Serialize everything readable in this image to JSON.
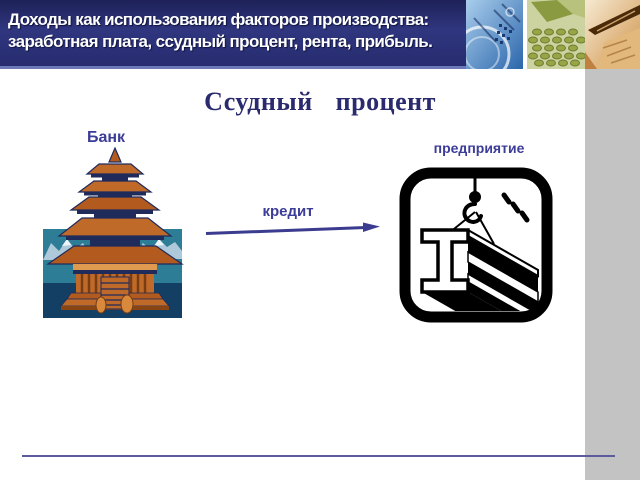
{
  "header": {
    "line1": "Доходы как использования факторов производства:",
    "line2": "заработная плата, ссудный процент, рента, прибыль.",
    "decor_images": [
      "circuit-board-photo",
      "coins-photo",
      "hand-with-pen-photo"
    ]
  },
  "slide": {
    "title": "Ссудный процент",
    "bank": {
      "label": "Банк",
      "image": "pagoda-temple-clipart"
    },
    "enterprise": {
      "label": "предприятие",
      "icon": "crane-lifting-ibeam-pictogram"
    },
    "credit": {
      "label": "кредит",
      "icon": "right-arrow"
    }
  },
  "colors": {
    "header_bg": "#272c6f",
    "header_text": "#ffffff",
    "header_accent_line": "#6b79b9",
    "label_text": "#3c3c99",
    "title_text": "#2a2a6e",
    "arrow": "#3b3b8f",
    "footer_line": "#5b5b9e",
    "side_strip": "#c3c3c3",
    "pagoda_teal": "#2c7d95",
    "pagoda_roof": "#c06a2a",
    "pagoda_navy": "#1f2b5b",
    "crane_icon": "#000000"
  }
}
